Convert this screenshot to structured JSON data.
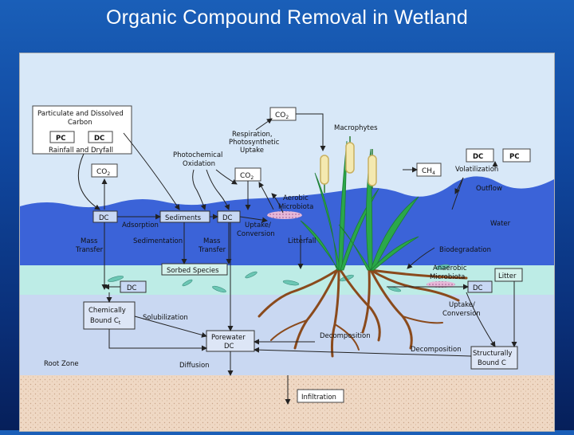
{
  "title": "Organic Compound Removal in Wetland",
  "diagram": {
    "atmos_box_title_1": "Particulate and Dissolved",
    "atmos_box_title_2": "Carbon",
    "pc": "PC",
    "dc": "DC",
    "rainfall": "Rainfall and Dryfall",
    "co2_top": "CO",
    "co2_sub": "2",
    "respiration_1": "Respiration,",
    "respiration_2": "Photosynthetic",
    "respiration_3": "Uptake",
    "macrophytes": "Macrophytes",
    "photochem_1": "Photochemical",
    "photochem_2": "Oxidation",
    "co2_left": "CO",
    "co2_mid": "CO",
    "aerobic_1": "Aerobic",
    "aerobic_2": "Microbiota",
    "ch4": "CH",
    "ch4_sub": "4",
    "volatilization": "Volatilization",
    "dc_right": "DC",
    "pc_right": "PC",
    "outflow": "Outflow",
    "dc_water": "DC",
    "adsorption": "Adsorption",
    "sediments": "Sediments",
    "dc_water2": "DC",
    "uptake_1": "Uptake/",
    "uptake_2": "Conversion",
    "water": "Water",
    "mass_1": "Mass",
    "mass_2": "Transfer",
    "sedimentation": "Sedimentation",
    "mass2_1": "Mass",
    "mass2_2": "Transfer",
    "litterfall": "Litterfall",
    "biodegradation": "Biodegradation",
    "sorbed": "Sorbed Species",
    "anaerobic_1": "Anaerobic",
    "anaerobic_2": "Microbiota",
    "litter": "Litter",
    "dc_litter": "DC",
    "dc_litter2": "DC",
    "chem_1": "Chemically",
    "chem_2": "Bound C",
    "chem_sub": "t",
    "solubilization": "Solubilization",
    "uptake2_1": "Uptake/",
    "uptake2_2": "Conversion",
    "porewater_1": "Porewater",
    "porewater_2": "DC",
    "decomposition_1": "Decomposition",
    "decomposition_2": "Decomposition",
    "structural_1": "Structurally",
    "structural_2": "Bound C",
    "root_zone": "Root Zone",
    "diffusion": "Diffusion",
    "infiltration": "Infiltration"
  }
}
